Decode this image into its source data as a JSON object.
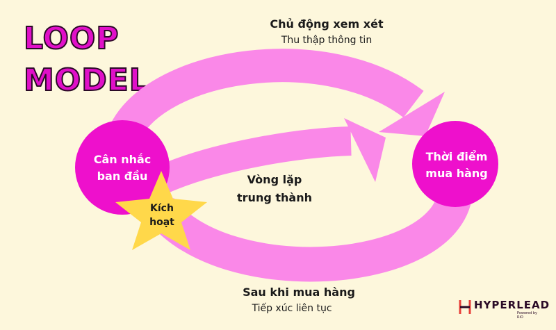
{
  "title": {
    "line1": "LOOP",
    "line2": "MODEL"
  },
  "colors": {
    "background": "#fdf7dc",
    "arrow": "#fa88e8",
    "circle": "#ee10cc",
    "star": "#ffd84a",
    "title": "#e010c8"
  },
  "top_stage": {
    "title": "Chủ động xem xét",
    "subtitle": "Thu thập thông tin"
  },
  "start_circle": {
    "line1": "Cân nhắc",
    "line2": "ban đầu"
  },
  "end_circle": {
    "line1": "Thời điểm",
    "line2": "mua hàng"
  },
  "loyalty_loop": {
    "line1": "Vòng lặp",
    "line2": "trung thành"
  },
  "trigger_star": {
    "line1": "Kích",
    "line2": "hoạt"
  },
  "bottom_stage": {
    "title": "Sau khi mua hàng",
    "subtitle": "Tiếp xúc liên tục"
  },
  "logo": {
    "name": "HYPERLEAD",
    "tagline": "Powered by RiO",
    "icon": "hyperlead-logo-icon"
  }
}
